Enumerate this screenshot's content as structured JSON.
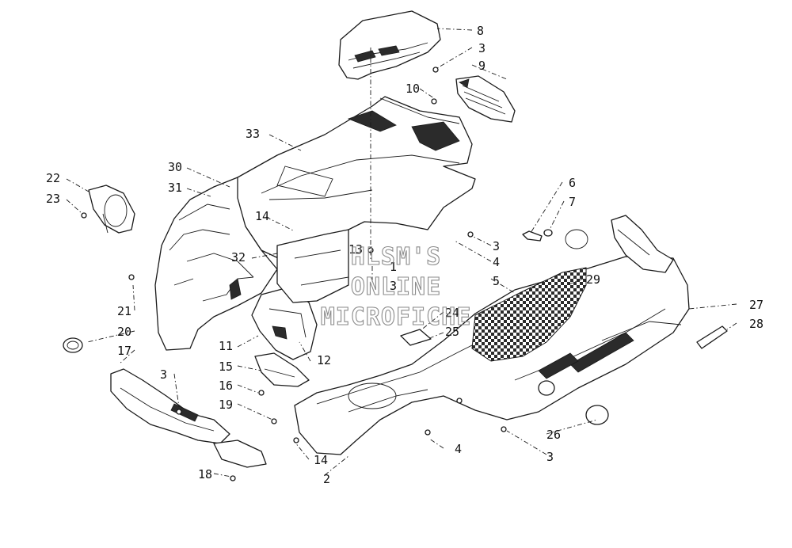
{
  "watermark": {
    "line1": "HLSM'S",
    "line2": "ONLINE",
    "line3": "MICROFICHE",
    "color": "#8a8a8a"
  },
  "callouts": {
    "c1": "1",
    "c2": "2",
    "c3a": "3",
    "c3b": "3",
    "c3c": "3",
    "c3d": "3",
    "c3e": "3",
    "c4a": "4",
    "c4b": "4",
    "c5": "5",
    "c6": "6",
    "c7": "7",
    "c8": "8",
    "c9": "9",
    "c10": "10",
    "c11": "11",
    "c12": "12",
    "c13": "13",
    "c14a": "14",
    "c14b": "14",
    "c15": "15",
    "c16": "16",
    "c17": "17",
    "c18": "18",
    "c19": "19",
    "c20": "20",
    "c21": "21",
    "c22": "22",
    "c23": "23",
    "c24": "24",
    "c25": "25",
    "c26": "26",
    "c27": "27",
    "c28": "28",
    "c29": "29",
    "c30": "30",
    "c31": "31",
    "c32": "32",
    "c33": "33"
  },
  "colors": {
    "line": "#1a1a1a",
    "paper": "#ffffff"
  }
}
